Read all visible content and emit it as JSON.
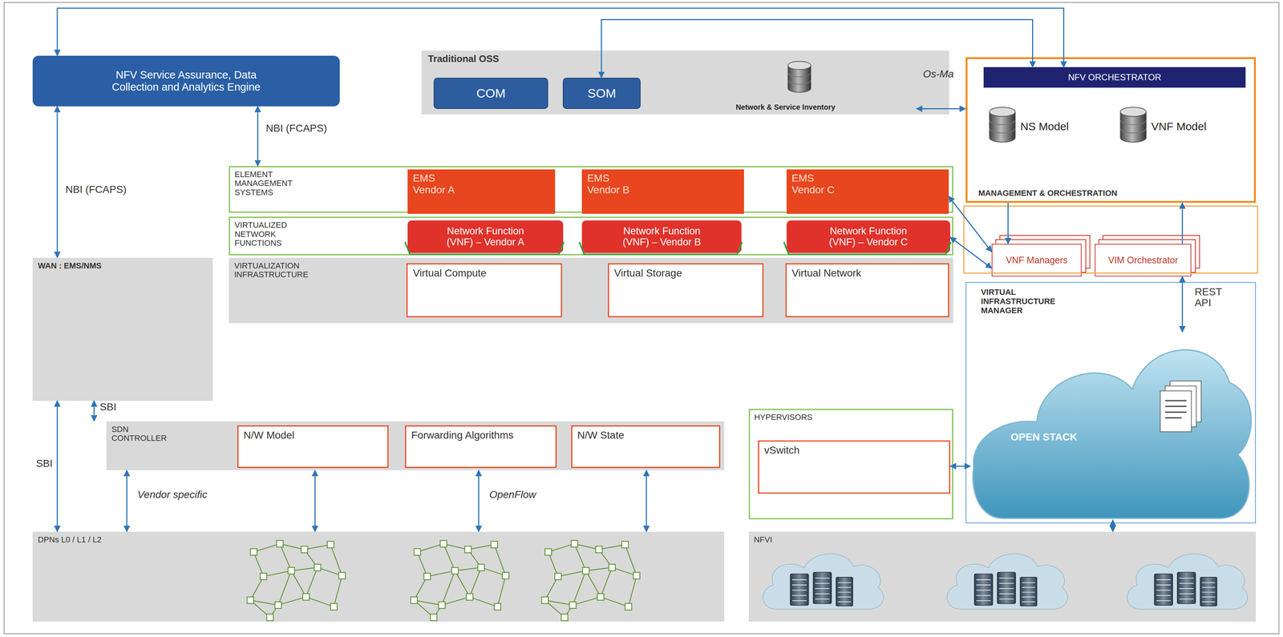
{
  "diagram": {
    "nodes": [
      {
        "text": [
          "NFV Service Assurance, Data Collection and Analytics Engine"
        ]
      },
      {
        "text": [
          "Traditional OSS"
        ]
      },
      {
        "text": [
          "COM"
        ],
        "in": 1
      },
      {
        "text": [
          "SOM"
        ],
        "in": 1
      },
      {
        "text": [
          "Network & Service Inventory"
        ],
        "in": 1
      },
      {
        "text": [
          "MANAGEMENT & ORCHESTRATION"
        ]
      },
      {
        "text": [
          "NFV ORCHESTRATOR"
        ],
        "in": 5
      },
      {
        "text": [
          "NS Model"
        ],
        "in": 5
      },
      {
        "text": [
          "VNF Model"
        ],
        "in": 5
      },
      {
        "text": [
          "ELEMENT MANAGEMENT SYSTEMS"
        ]
      },
      {
        "text": [
          "EMS Vendor A"
        ],
        "in": 9
      },
      {
        "text": [
          "EMS Vendor B"
        ],
        "in": 9
      },
      {
        "text": [
          "EMS Vendor C"
        ],
        "in": 9
      },
      {
        "text": [
          "VIRTUALIZED NETWORK FUNCTIONS"
        ]
      },
      {
        "text": [
          "Network Function (VNF) – Vendor A"
        ],
        "in": 13
      },
      {
        "text": [
          "Network Function (VNF) – Vendor B"
        ],
        "in": 13
      },
      {
        "text": [
          "Network Function (VNF) – Vendor C"
        ],
        "in": 13
      },
      {
        "text": [
          "VNF Managers"
        ]
      },
      {
        "text": [
          "VIM Orchestrator"
        ]
      },
      {
        "text": [
          "WAN : EMS/NMS"
        ]
      },
      {
        "text": [
          "VIRTUALIZATION INFRASTRUCTURE"
        ]
      },
      {
        "text": [
          "Virtual Compute"
        ],
        "in": 20
      },
      {
        "text": [
          "Virtual Storage"
        ],
        "in": 20
      },
      {
        "text": [
          "Virtual Network"
        ],
        "in": 20
      },
      {
        "text": [
          "VIRTUAL INFRASTRUCTURE MANAGER"
        ]
      },
      {
        "text": [
          "OPEN STACK"
        ],
        "in": 24
      },
      {
        "text": [
          "SDN CONTROLLER"
        ]
      },
      {
        "text": [
          "N/W Model"
        ],
        "in": 26
      },
      {
        "text": [
          "Forwarding Algorithms"
        ],
        "in": 26
      },
      {
        "text": [
          "N/W State"
        ],
        "in": 26
      },
      {
        "text": [
          "HYPERVISORS"
        ]
      },
      {
        "text": [
          "vSwitch"
        ],
        "in": 30
      },
      {
        "text": [
          "DPNs L0 / L1 / L2"
        ]
      },
      {
        "text": [
          "NFVI"
        ]
      }
    ],
    "edges": [
      {
        "from": 0,
        "to": 6,
        "arrow": "both"
      },
      {
        "from": 3,
        "to": 6,
        "arrow": "both"
      },
      {
        "from": 4,
        "to": 5,
        "arrow": "both",
        "label": "Os-Ma"
      },
      {
        "from": 0,
        "to": 9,
        "arrow": "both",
        "label": "NBI (FCAPS)"
      },
      {
        "from": 0,
        "to": 19,
        "arrow": "both",
        "label": "NBI (FCAPS)"
      },
      {
        "from": 12,
        "to": 17,
        "arrow": "both"
      },
      {
        "from": 16,
        "to": 17,
        "arrow": "both"
      },
      {
        "from": 5,
        "to": 17,
        "arrow": "to"
      },
      {
        "from": 18,
        "to": 5,
        "arrow": "to"
      },
      {
        "from": 18,
        "to": 25,
        "arrow": "both",
        "label": "REST API"
      },
      {
        "from": 19,
        "to": 26,
        "arrow": "both",
        "label": "SBI"
      },
      {
        "from": 19,
        "to": 32,
        "arrow": "both",
        "label": "SBI"
      },
      {
        "from": 26,
        "to": 32,
        "arrow": "both",
        "label": "Vendor specific"
      },
      {
        "from": 26,
        "to": 32,
        "arrow": "both"
      },
      {
        "from": 26,
        "to": 32,
        "arrow": "both",
        "label": "OpenFlow"
      },
      {
        "from": 26,
        "to": 32,
        "arrow": "both"
      },
      {
        "from": 31,
        "to": 25,
        "arrow": "both"
      },
      {
        "from": 25,
        "to": 33,
        "arrow": "both"
      }
    ]
  }
}
